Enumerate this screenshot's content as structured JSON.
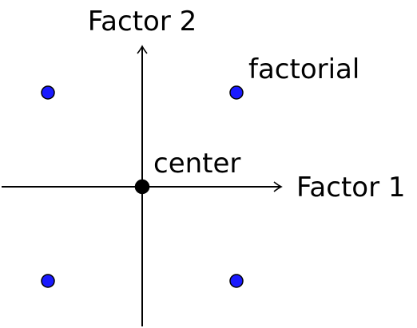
{
  "axes": {
    "x_label": "Factor 1",
    "y_label": "Factor 2"
  },
  "annotations": {
    "center": "center",
    "factorial": "factorial"
  },
  "points": [
    {
      "kind": "factorial",
      "x": -1,
      "y": 1
    },
    {
      "kind": "factorial",
      "x": 1,
      "y": 1
    },
    {
      "kind": "factorial",
      "x": -1,
      "y": -1
    },
    {
      "kind": "factorial",
      "x": 1,
      "y": -1
    },
    {
      "kind": "center",
      "x": 0,
      "y": 0
    }
  ],
  "colors": {
    "factorial_fill": "#1a1aff",
    "center_fill": "#000000",
    "stroke": "#000000",
    "background": "#ffffff"
  }
}
